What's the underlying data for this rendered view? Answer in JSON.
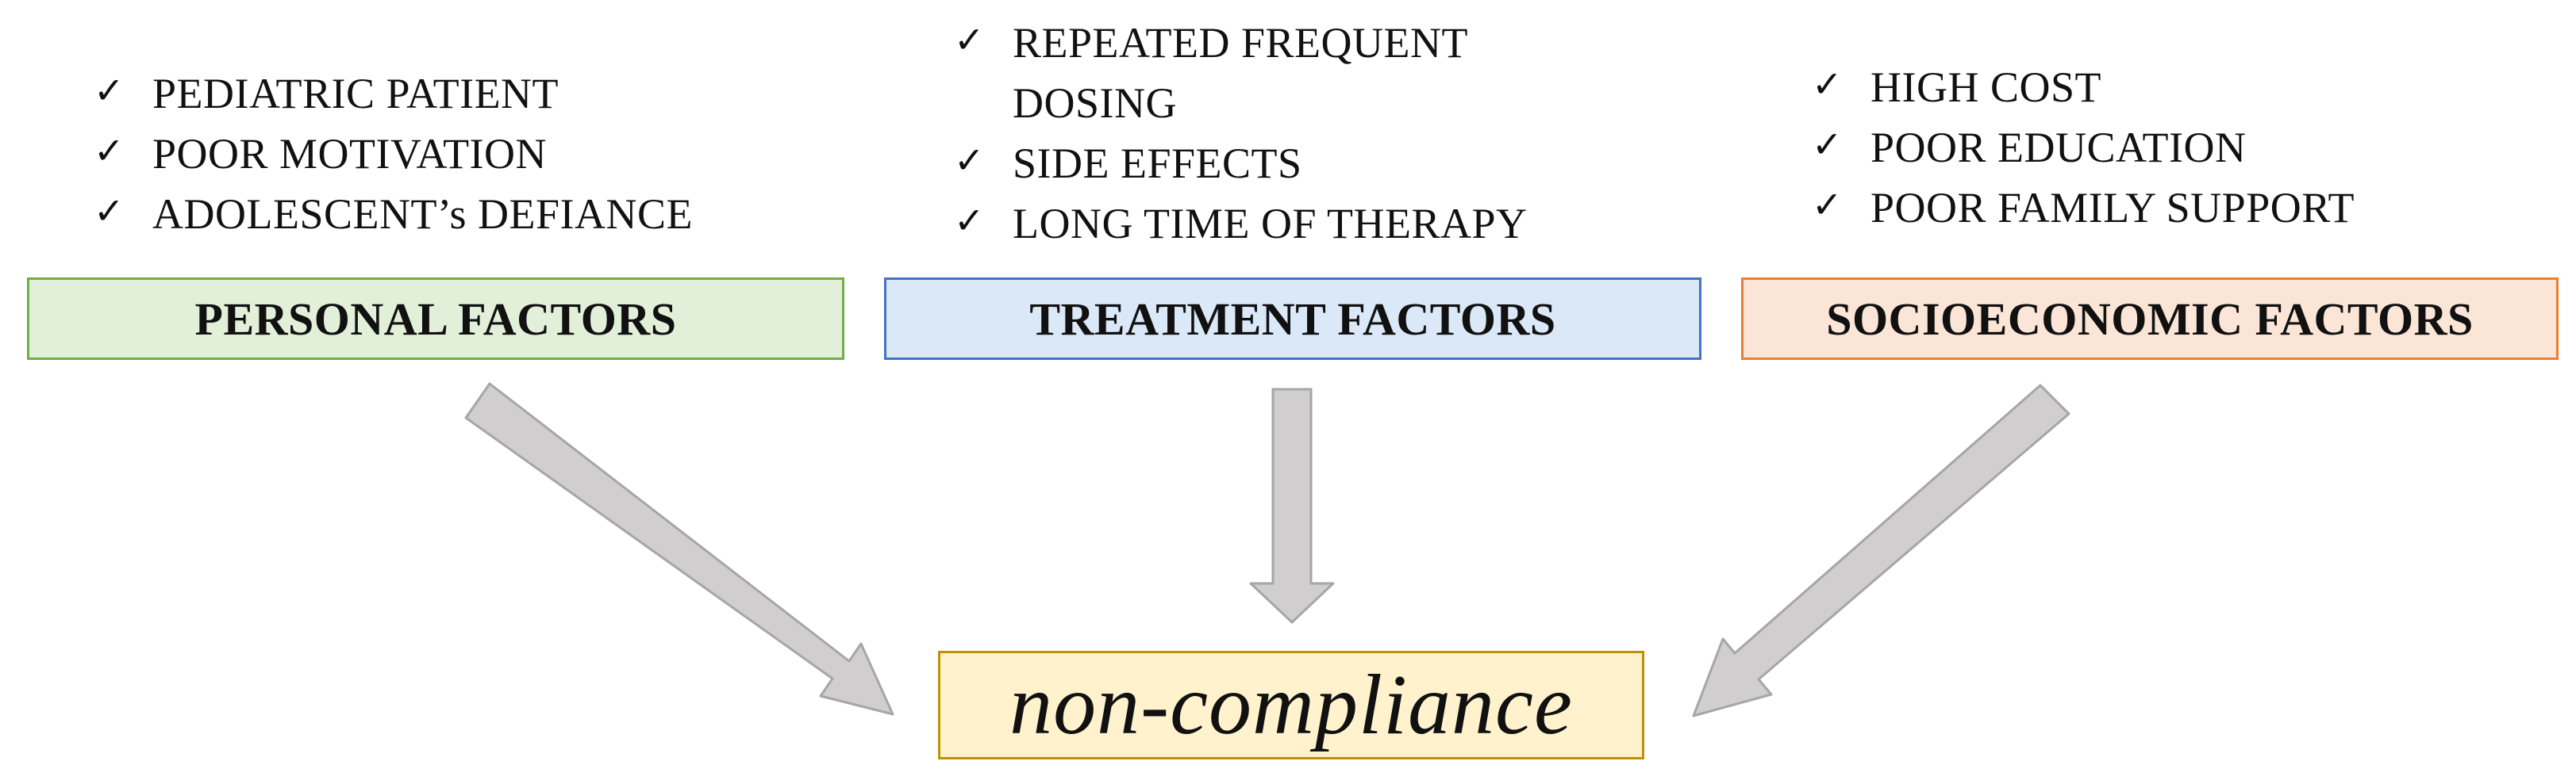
{
  "personal": {
    "title": "PERSONAL FACTORS",
    "items": [
      "PEDIATRIC PATIENT",
      "POOR MOTIVATION",
      "ADOLESCENT’s DEFIANCE"
    ]
  },
  "treatment": {
    "title": "TREATMENT FACTORS",
    "items": [
      "REPEATED FREQUENT DOSING",
      "SIDE EFFECTS",
      "LONG TIME OF THERAPY"
    ]
  },
  "socioeconomic": {
    "title": "SOCIOECONOMIC FACTORS",
    "items": [
      "HIGH COST",
      "POOR EDUCATION",
      "POOR FAMILY SUPPORT"
    ]
  },
  "outcome": {
    "label": "non-compliance"
  },
  "check_glyph": "✓",
  "colors": {
    "personal_fill": "#e2f0d9",
    "personal_border": "#70ad47",
    "treatment_fill": "#dae8f7",
    "treatment_border": "#4472c4",
    "socioeconomic_fill": "#fbe5d6",
    "socioeconomic_border": "#ed7d31",
    "outcome_fill": "#fff2cc",
    "outcome_border": "#bf9000",
    "arrow_fill": "#d0cece",
    "arrow_stroke": "#a6a6a6"
  }
}
